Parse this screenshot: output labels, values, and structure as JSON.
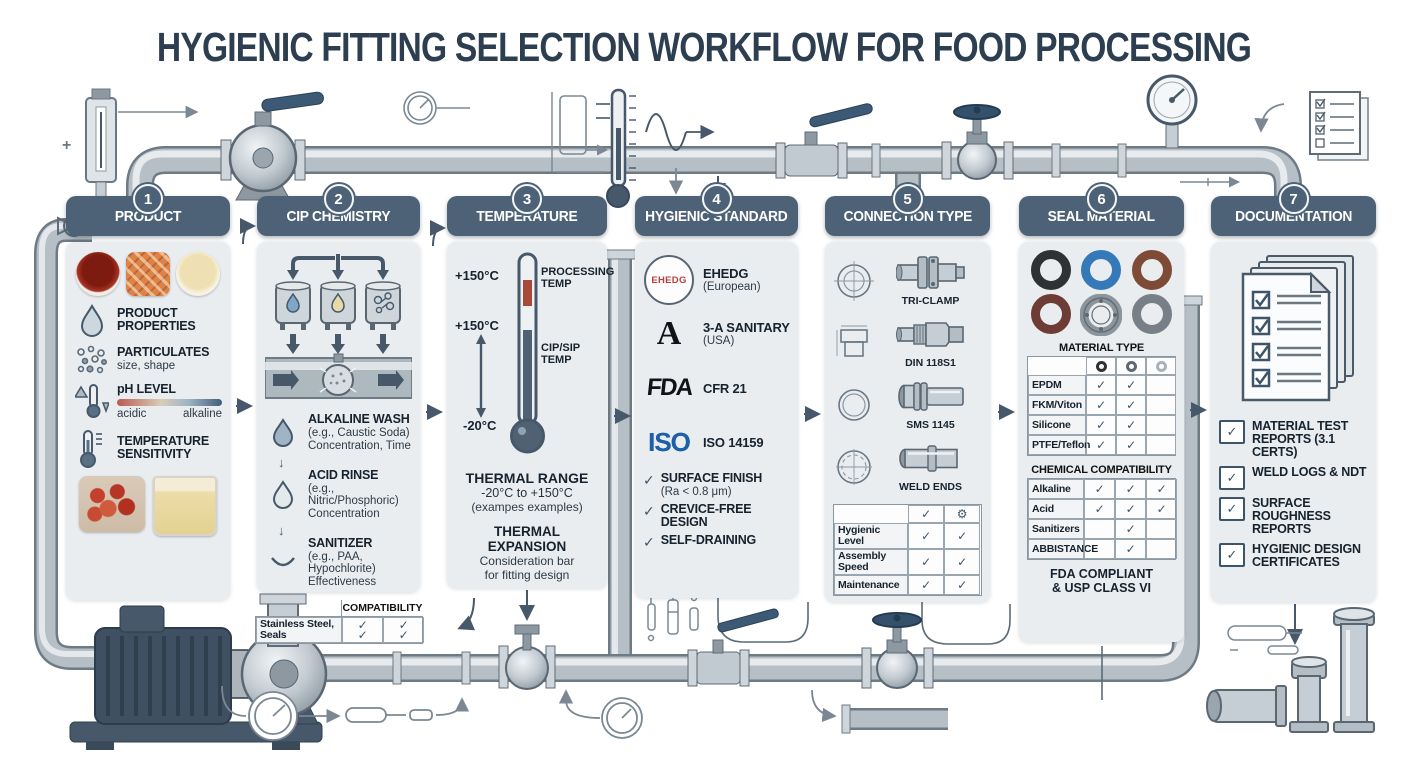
{
  "title": "HYGIENIC FITTING SELECTION WORKFLOW FOR FOOD PROCESSING",
  "icons": {
    "check": "✓",
    "gear": "⚙"
  },
  "steps": [
    {
      "num": "1",
      "label": "PRODUCT"
    },
    {
      "num": "2",
      "label": "CIP CHEMISTRY"
    },
    {
      "num": "3",
      "label": "TEMPERATURE"
    },
    {
      "num": "4",
      "label": "HYGIENIC STANDARD"
    },
    {
      "num": "5",
      "label": "CONNECTION TYPE"
    },
    {
      "num": "6",
      "label": "SEAL MATERIAL"
    },
    {
      "num": "7",
      "label": "DOCUMENTATION"
    }
  ],
  "product": {
    "features": [
      {
        "label": "PRODUCT PROPERTIES"
      },
      {
        "label": "PARTICULATES",
        "sub": "size, shape"
      },
      {
        "label": "pH LEVEL",
        "scale_left": "acidic",
        "scale_right": "alkaline"
      },
      {
        "label": "TEMPERATURE SENSITIVITY"
      }
    ]
  },
  "cip": {
    "stages": [
      {
        "label": "ALKALINE WASH",
        "sub1": "(e.g., Caustic Soda)",
        "sub2": "Concentration, Time"
      },
      {
        "label": "ACID RINSE",
        "sub1": "(e.g., Nitric/Phosphoric)",
        "sub2": "Concentration"
      },
      {
        "label": "SANITIZER",
        "sub1": "(e.g., PAA, Hypochlorite)",
        "sub2": "Effectiveness"
      }
    ],
    "table": {
      "header": "COMPATIBILITY",
      "row_label": "Stainless Steel, Seals"
    }
  },
  "temperature": {
    "tick_top": "+150°C",
    "tick_mid": "+150°C",
    "tick_low": "-20°C",
    "processing_label": "PROCESSING TEMP",
    "cip_label": "CIP/SIP TEMP",
    "range_title": "THERMAL RANGE",
    "range_value": "-20°C to +150°C",
    "range_note": "(exampes examples)",
    "expansion_title": "THERMAL EXPANSION",
    "expansion_sub1": "Consideration bar",
    "expansion_sub2": "for fitting design"
  },
  "standards": {
    "items": [
      {
        "logo": "EHEDG",
        "label": "EHEDG",
        "sub": "(European)"
      },
      {
        "logo": "A",
        "label": "3-A SANITARY",
        "sub": "(USA)"
      },
      {
        "logo": "FDA",
        "label": "CFR 21",
        "sub": ""
      },
      {
        "logo": "ISO",
        "label": "ISO 14159",
        "sub": ""
      }
    ],
    "checks": [
      {
        "label": "SURFACE FINISH",
        "sub": "(Ra < 0.8 μm)"
      },
      {
        "label": "CREVICE-FREE DESIGN",
        "sub": ""
      },
      {
        "label": "SELF-DRAINING",
        "sub": ""
      }
    ]
  },
  "connection": {
    "types": [
      {
        "label": "TRI-CLAMP"
      },
      {
        "label": "DIN 118S1"
      },
      {
        "label": "SMS 1145"
      },
      {
        "label": "WELD ENDS"
      }
    ],
    "table_rows": [
      {
        "label": "Hygienic Level"
      },
      {
        "label": "Assembly Speed"
      },
      {
        "label": "Maintenance"
      }
    ]
  },
  "seal": {
    "material_title": "MATERIAL TYPE",
    "materials": [
      {
        "label": "EPDM"
      },
      {
        "label": "FKM/Viton"
      },
      {
        "label": "Silicone"
      },
      {
        "label": "PTFE/Teflon"
      }
    ],
    "chem_title": "CHEMICAL COMPATIBILITY",
    "chem_rows": [
      {
        "label": "Alkaline"
      },
      {
        "label": "Acid"
      },
      {
        "label": "Sanitizers"
      },
      {
        "label": "ABBISTANCE"
      }
    ],
    "footer_line1": "FDA COMPLIANT",
    "footer_line2": "& USP CLASS VI"
  },
  "documentation": {
    "items": [
      {
        "label": "MATERIAL TEST REPORTS (3.1 CERTS)"
      },
      {
        "label": "WELD LOGS & NDT"
      },
      {
        "label": "SURFACE ROUGHNESS REPORTS"
      },
      {
        "label": "HYGIENIC DESIGN CERTIFICATES"
      }
    ]
  },
  "colors": {
    "header_pill": "#4d6276",
    "panel": "#e9edf0",
    "title": "#2c3e50",
    "check": "#3e5468",
    "ehedg_red": "#b5413c",
    "iso_blue": "#1d5fa8"
  }
}
